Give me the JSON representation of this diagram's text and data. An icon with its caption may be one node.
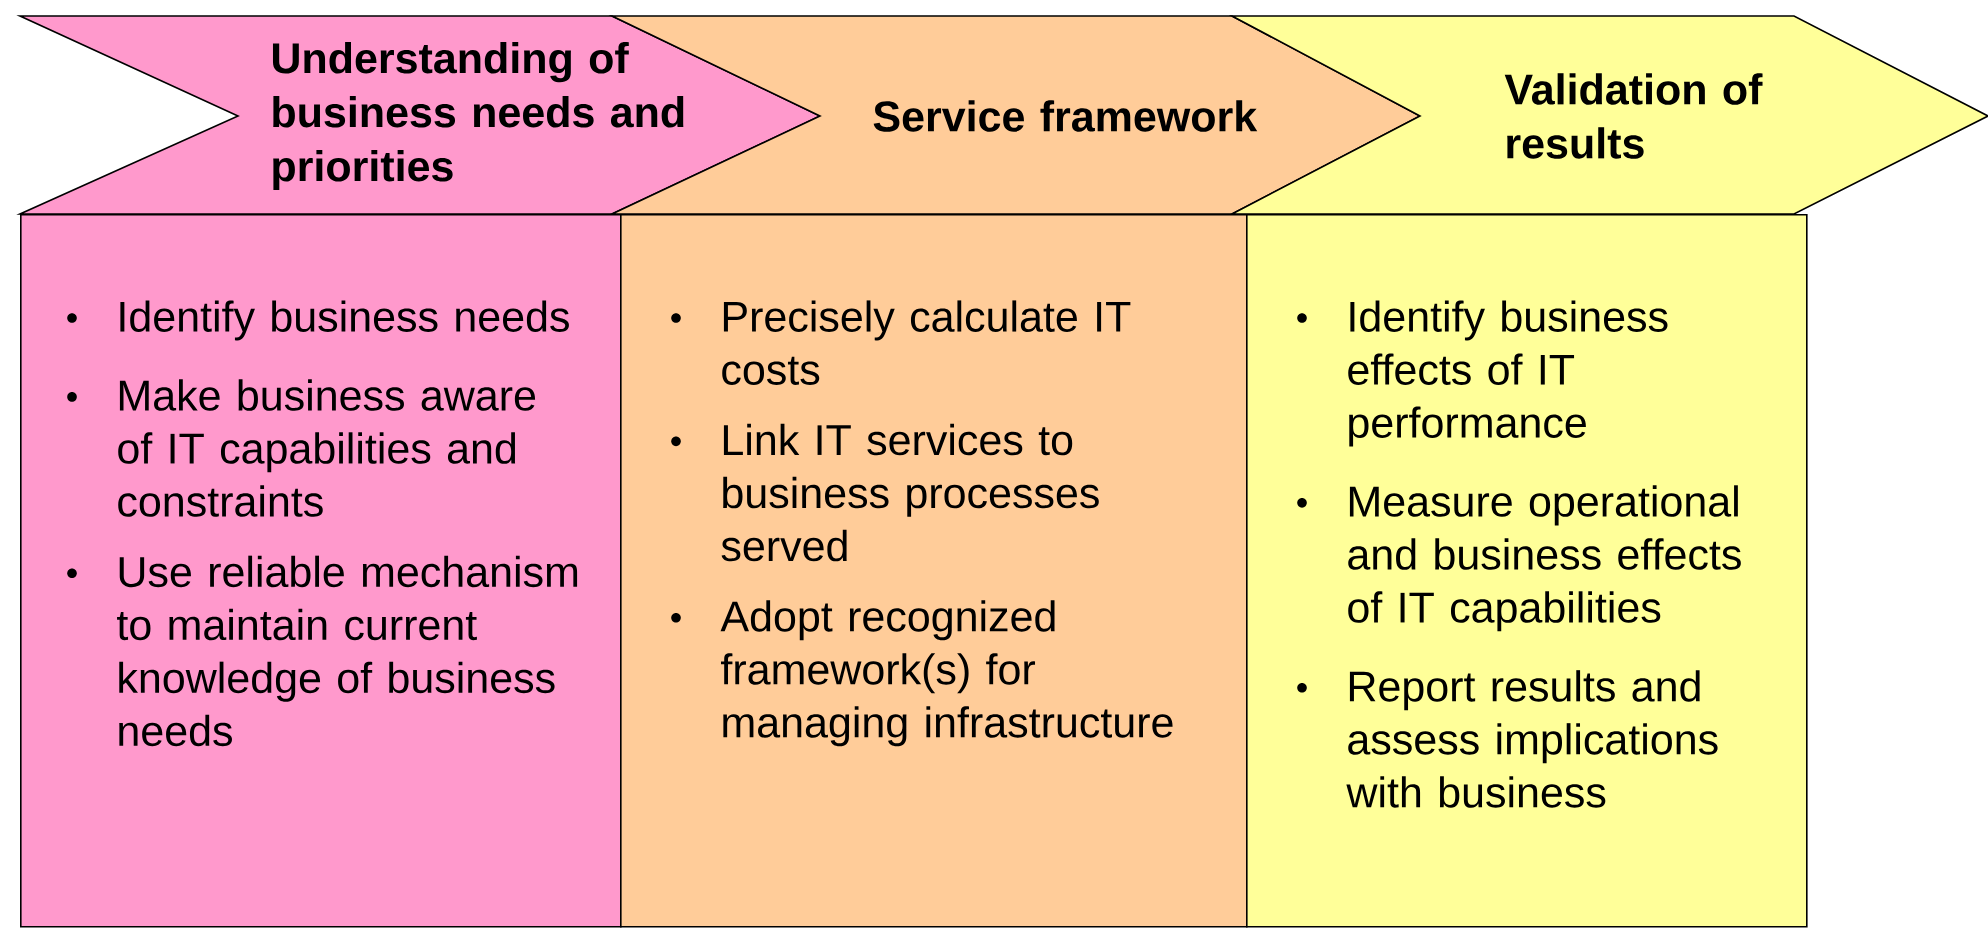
{
  "diagram": {
    "nodes": [
      {
        "text": [
          "Understanding of business needs and priorities"
        ]
      },
      {
        "text": [
          "Service framework"
        ]
      },
      {
        "text": [
          "Validation of results"
        ]
      },
      {
        "text": [
          "Identify business needs",
          "Make business aware of IT capabilities and constraints",
          "Use reliable mechanism to maintain current knowledge of business needs"
        ]
      },
      {
        "text": [
          "Precisely calculate IT costs",
          "Link IT services to business processes served",
          "Adopt recognized framework(s) for managing infrastructure"
        ]
      },
      {
        "text": [
          "Identify business effects of IT performance",
          "Measure operational and business effects of IT capabilities",
          "Report results and assess implications with business"
        ]
      }
    ]
  }
}
